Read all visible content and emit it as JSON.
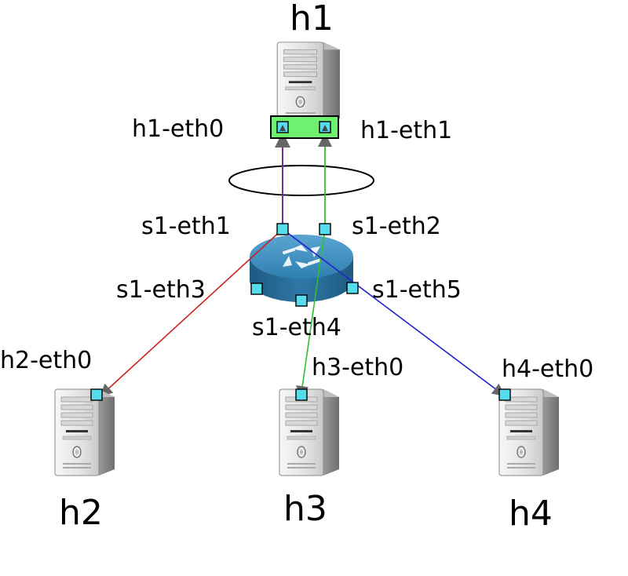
{
  "colors": {
    "link_h1_eth0": "#7a2aa8",
    "link_h1_eth1": "#2fbf2f",
    "link_h2": "#cc2222",
    "link_h3": "#2fbf2f",
    "link_h4": "#2222cc",
    "port_fill": "#55ddee",
    "nic_fill": "#6ff06f",
    "switch_top": "#3f8fbf",
    "switch_side": "#2a6a95"
  },
  "hosts": {
    "h1": {
      "label": "h1"
    },
    "h2": {
      "label": "h2"
    },
    "h3": {
      "label": "h3"
    },
    "h4": {
      "label": "h4"
    }
  },
  "interfaces": {
    "h1_eth0": "h1-eth0",
    "h1_eth1": "h1-eth1",
    "s1_eth1": "s1-eth1",
    "s1_eth2": "s1-eth2",
    "s1_eth3": "s1-eth3",
    "s1_eth4": "s1-eth4",
    "s1_eth5": "s1-eth5",
    "h2_eth0": "h2-eth0",
    "h3_eth0": "h3-eth0",
    "h4_eth0": "h4-eth0"
  },
  "icons": {
    "server": "server-tower-icon",
    "switch": "network-switch-icon",
    "bond": "link-bond-ellipse"
  }
}
